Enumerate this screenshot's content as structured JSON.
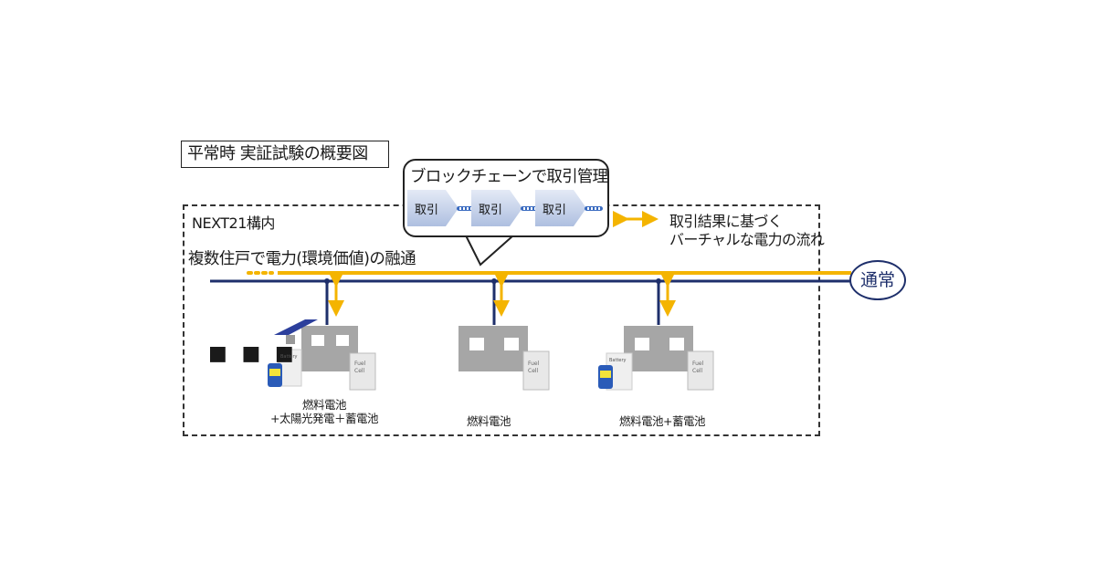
{
  "title": "平常時  実証試験の概要図",
  "area_label": "NEXT21構内",
  "blockchain": {
    "title": "ブロックチェーンで取引管理",
    "transactions": [
      "取引",
      "取引",
      "取引"
    ]
  },
  "legend": {
    "line1": "取引結果に基づく",
    "line2": "バーチャルな電力の流れ"
  },
  "subtitle": "複数住戸で電力(環境価値)の融通",
  "grid_label": "通常",
  "ellipsis": "■ ■ ■",
  "houses": [
    {
      "caption_line1": "燃料電池",
      "caption_line2": "+太陽光発電＋蓄電池",
      "battery_label": "Battery",
      "fuelcell_label1": "Fuel",
      "fuelcell_label2": "Cell"
    },
    {
      "caption_line1": "燃料電池",
      "caption_line2": "",
      "fuelcell_label1": "Fuel",
      "fuelcell_label2": "Cell"
    },
    {
      "caption_line1": "燃料電池+蓄電池",
      "caption_line2": "",
      "battery_label": "Battery",
      "fuelcell_label1": "Fuel",
      "fuelcell_label2": "Cell"
    }
  ],
  "colors": {
    "grid_line": "#1e2f6b",
    "flow": "#f4b400",
    "house": "#a6a6a6",
    "tx_fill": "#c7d3ea"
  }
}
